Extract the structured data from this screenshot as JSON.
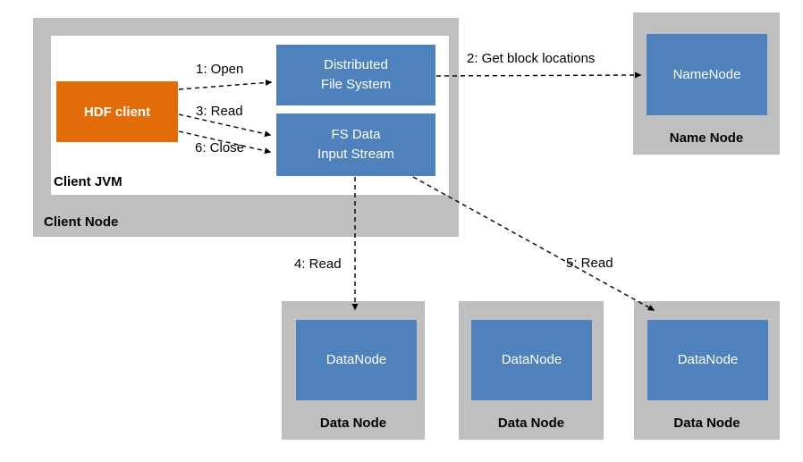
{
  "colors": {
    "box_blue": "#4F81BD",
    "box_orange": "#E36C0A",
    "container_gray": "#BFBFBF",
    "inner_white": "#FFFFFF",
    "label_dark": "#000000",
    "label_light": "#FFFFFF",
    "line_black": "#000000"
  },
  "client_node": {
    "label": "Client Node",
    "client_jvm": {
      "label": "Client JVM",
      "hdf_client": {
        "label": "HDF client"
      },
      "distributed_file_system": {
        "lines": [
          "Distributed",
          "File System"
        ]
      },
      "fs_data_input_stream": {
        "lines": [
          "FS Data",
          "Input Stream"
        ]
      }
    }
  },
  "name_node": {
    "inner_label": "NameNode",
    "outer_label": "Name Node"
  },
  "data_nodes": [
    {
      "inner_label": "DataNode",
      "outer_label": "Data Node"
    },
    {
      "inner_label": "DataNode",
      "outer_label": "Data Node"
    },
    {
      "inner_label": "DataNode",
      "outer_label": "Data Node"
    }
  ],
  "arrows": {
    "open": {
      "label": "1: Open"
    },
    "get_block_locations": {
      "label": "2: Get block locations"
    },
    "read3": {
      "label": "3: Read"
    },
    "read4": {
      "label": "4: Read"
    },
    "read5": {
      "label": "5: Read"
    },
    "close": {
      "label": "6: Close"
    }
  }
}
